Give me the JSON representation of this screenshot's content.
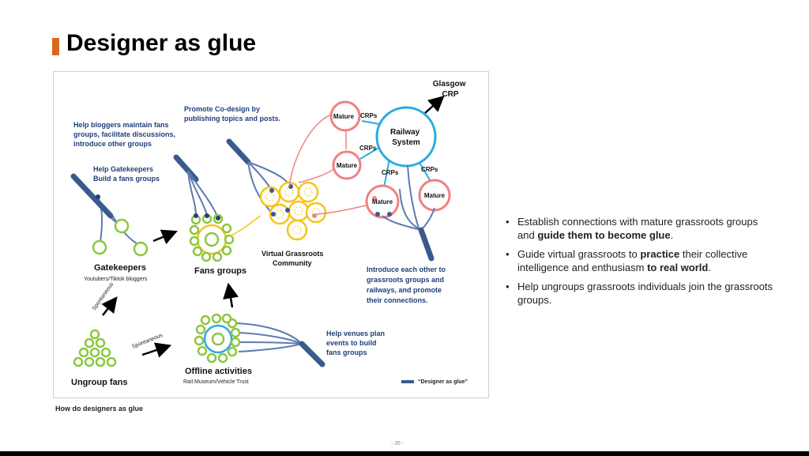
{
  "slide": {
    "title": "Designer as glue",
    "caption": "How do designers as glue",
    "page_number": "- 35 -",
    "accent_color": "#d9691e"
  },
  "bullets": [
    {
      "parts": [
        {
          "t": "Establish connections with mature grassroots groups and ",
          "b": false
        },
        {
          "t": "guide them to become glue",
          "b": true
        },
        {
          "t": ".",
          "b": false
        }
      ]
    },
    {
      "parts": [
        {
          "t": "Guide virtual grassroots to ",
          "b": false
        },
        {
          "t": "practice",
          "b": true
        },
        {
          "t": " their collective intelligence and enthusiasm ",
          "b": false
        },
        {
          "t": "to real world",
          "b": true
        },
        {
          "t": ".",
          "b": false
        }
      ]
    },
    {
      "parts": [
        {
          "t": "Help ungroups grassroots individuals join the grassroots groups.",
          "b": false
        }
      ]
    }
  ],
  "diagram": {
    "colors": {
      "green": "#8cc63f",
      "yellow": "#f5c518",
      "red": "#f08080",
      "blue": "#29abe2",
      "bar": "#3b5a8c",
      "line": "#5b7bb0"
    },
    "annotations": {
      "help_bloggers": [
        "Help bloggers maintain fans",
        "groups, facilitate discussions,",
        "introduce other groups"
      ],
      "help_gatekeepers": [
        "Help Gatekeepers",
        "Build a fans groups"
      ],
      "promote_codesign": [
        "Promote Co-design by",
        "publishing topics and posts."
      ],
      "introduce_each": [
        "Introduce each other to",
        "grassroots groups and",
        "railways, and promote",
        "their connections."
      ],
      "help_venues": [
        "Help venues plan",
        "events to build",
        "fans groups"
      ]
    },
    "labels": {
      "gatekeepers": "Gatekeepers",
      "gatekeepers_sub": "Youtubers/Tiktok bloggers",
      "fans_groups": "Fans groups",
      "virtual": [
        "Virtual Grassroots",
        "Community"
      ],
      "offline": "Offline activities",
      "offline_sub": "Rail Museum/Vehicle Trust",
      "ungroup": "Ungroup fans",
      "spontaneous_1": "Spontaneous",
      "spontaneous_2": "Spontaneous",
      "glasgow": [
        "Glasgow",
        "CRP"
      ],
      "railway": [
        "Railway",
        "System"
      ],
      "mature": "Mature",
      "crps": "CRPs",
      "legend": "“Designer as  glue”"
    }
  }
}
